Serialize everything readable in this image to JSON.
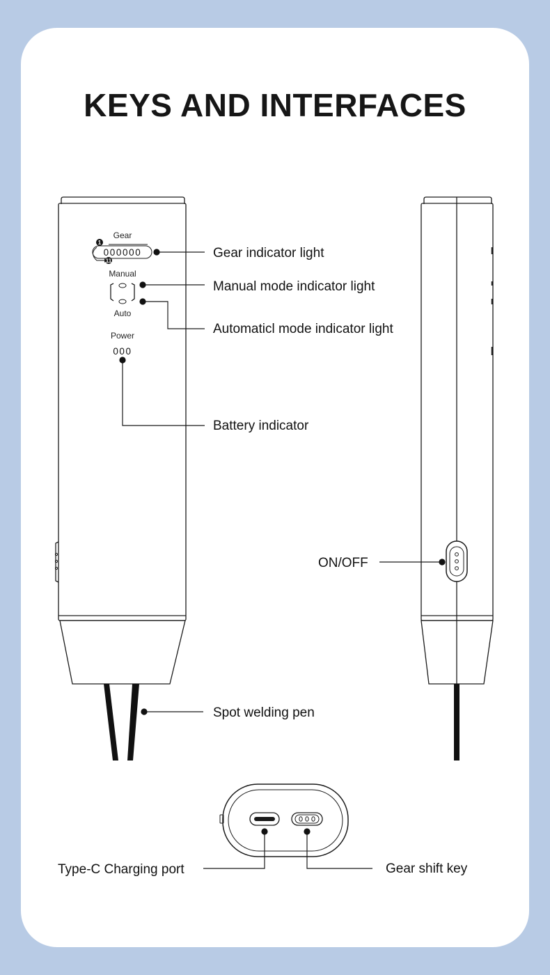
{
  "title": "KEYS AND INTERFACES",
  "device_labels": {
    "gear": "Gear",
    "gear_leds": "000000",
    "gear_first": "1",
    "gear_last": "11",
    "manual": "Manual",
    "auto": "Auto",
    "power": "Power",
    "power_leds": "000",
    "side_buttons": "000",
    "onoff_button": "000",
    "gear_shift_button": "000"
  },
  "callouts": {
    "gear_indicator": "Gear indicator light",
    "manual_mode": "Manual mode indicator light",
    "auto_mode": "Automaticl mode indicator light",
    "battery": "Battery indicator",
    "onoff": "ON/OFF",
    "spot_welding_pen": "Spot welding pen",
    "type_c": "Type-C Charging port",
    "gear_shift": "Gear shift key"
  },
  "colors": {
    "background": "#b8cbe5",
    "card": "#ffffff",
    "line": "#1a1a1a"
  }
}
